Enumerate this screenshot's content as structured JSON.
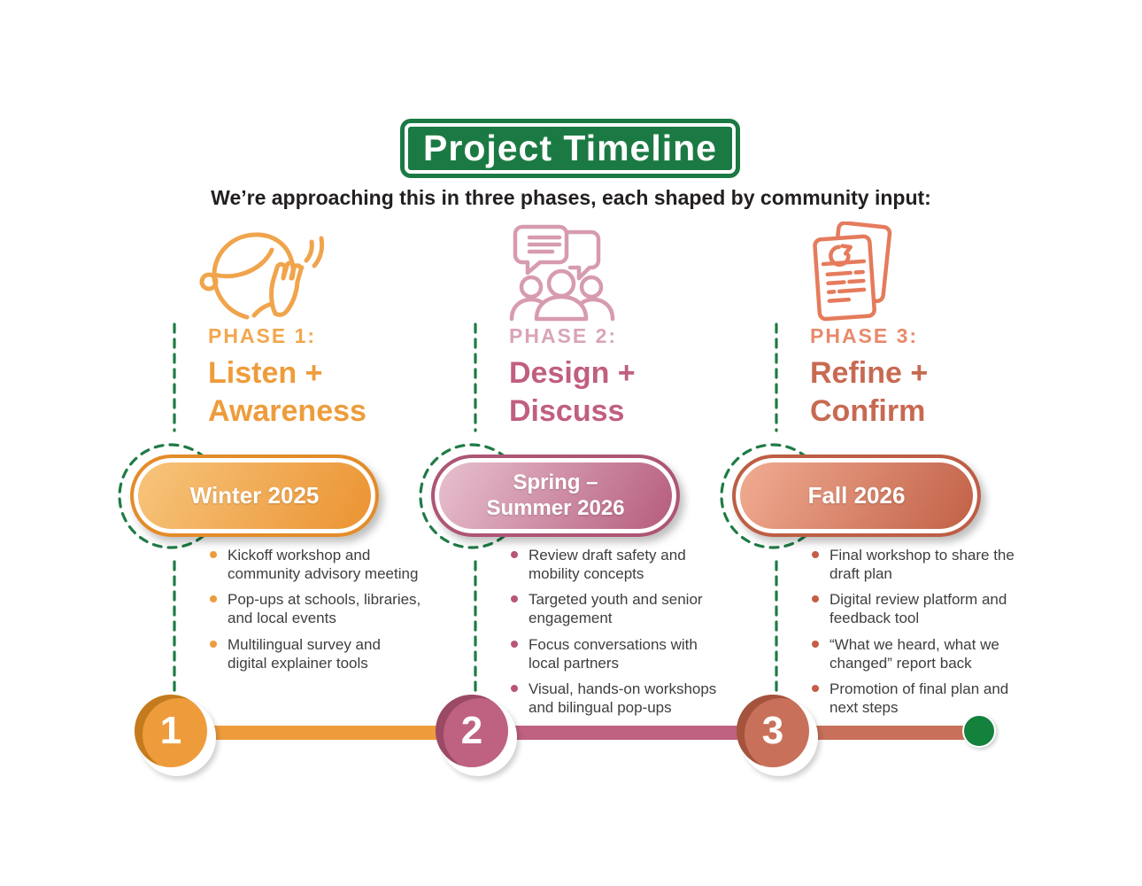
{
  "sign": {
    "title": "Project Timeline"
  },
  "subtitle": "We’re approaching this in three phases, each shaped by community input:",
  "phases": [
    {
      "number": "1",
      "label": "PHASE 1:",
      "title_lines": [
        "Listen +",
        "Awareness"
      ],
      "date_lines": [
        "Winter 2025"
      ],
      "icon": "listening-person-icon",
      "bullets": [
        "Kickoff workshop and community advisory meeting",
        "Pop-ups at schools, libraries, and local events",
        "Multilingual survey and digital explainer tools"
      ]
    },
    {
      "number": "2",
      "label": "PHASE 2:",
      "title_lines": [
        "Design +",
        "Discuss"
      ],
      "date_lines": [
        "Spring –",
        "Summer 2026"
      ],
      "icon": "speech-bubbles-group-icon",
      "bullets": [
        "Review draft safety and mobility concepts",
        "Targeted youth and senior engagement",
        "Focus conversations with local partners",
        "Visual, hands-on workshops and bilingual pop-ups"
      ]
    },
    {
      "number": "3",
      "label": "PHASE 3:",
      "title_lines": [
        "Refine +",
        "Confirm"
      ],
      "date_lines": [
        "Fall 2026"
      ],
      "icon": "report-pages-icon",
      "bullets": [
        "Final workshop to share the draft plan",
        "Digital review platform and feedback tool",
        "“What we heard, what we changed” report back",
        "Promotion of final plan and next steps"
      ]
    }
  ],
  "timeline": {
    "end_marker": "green-dot"
  },
  "colors": {
    "sign_green": "#1B7A43",
    "dash_green": "#1E7B45",
    "end_dot_green": "#14813D",
    "subtitle_text": "#231F20",
    "body_text": "#3E3E3F",
    "phase1_accent": "#EE9C3B",
    "phase1_label": "#F2A74E",
    "phase1_icon": "#F0A44C",
    "phase1_dark": "#C47B1E",
    "phase1_grad_start": "#F7C67E",
    "phase1_grad_end": "#EB9230",
    "phase1_border": "#E38C2A",
    "phase2_accent": "#C05F7E",
    "phase2_label": "#D9A4B9",
    "phase2_icon": "#D79BB0",
    "phase2_bar": "#BF6180",
    "phase2_dot": "#B9557A",
    "phase2_dark": "#9B4A65",
    "phase2_grad_start": "#E9C3D1",
    "phase2_grad_end": "#B45A7B",
    "phase2_border": "#AE5576",
    "phase3_accent": "#C76A52",
    "phase3_label": "#E78A6C",
    "phase3_icon": "#E57B5C",
    "phase3_bar": "#C8705A",
    "phase3_dot": "#C45E47",
    "phase3_dark": "#A4533D",
    "phase3_grad_start": "#F2AE94",
    "phase3_grad_end": "#C05F45",
    "phase3_border": "#BD5E45"
  }
}
